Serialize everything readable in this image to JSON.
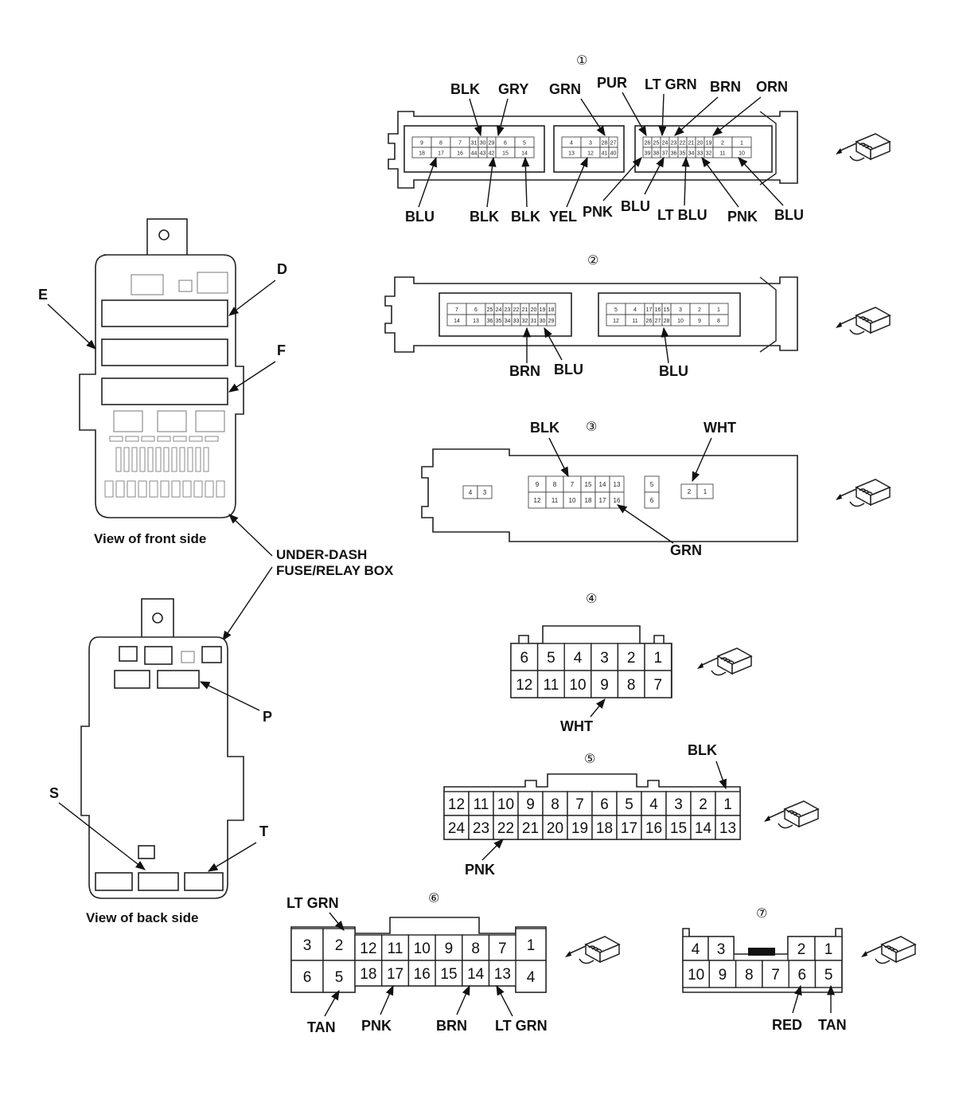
{
  "connector_numbers": [
    "①",
    "②",
    "③",
    "④",
    "⑤",
    "⑥",
    "⑦"
  ],
  "fuse_box": {
    "front_caption": "View of front side",
    "back_caption": "View of back side",
    "name_line1": "UNDER-DASH",
    "name_line2": "FUSE/RELAY BOX",
    "front_labels": [
      "D",
      "E",
      "F"
    ],
    "back_labels": [
      "P",
      "S",
      "T"
    ]
  },
  "connector1": {
    "top_wires": [
      "BLK",
      "GRY",
      "GRN",
      "PUR",
      "LT GRN",
      "BRN",
      "ORN"
    ],
    "bottom_wires": [
      "BLU",
      "BLK",
      "BLK",
      "YEL",
      "PNK",
      "BLU",
      "LT BLU",
      "PNK",
      "BLU"
    ],
    "row1": [
      "9",
      "8",
      "7",
      "31",
      "30",
      "29",
      "6",
      "5",
      "4",
      "3",
      "28",
      "27",
      "26",
      "25",
      "24",
      "23",
      "22",
      "21",
      "20",
      "19",
      "2",
      "1"
    ],
    "row2": [
      "18",
      "17",
      "16",
      "44",
      "43",
      "42",
      "15",
      "14",
      "13",
      "12",
      "41",
      "40",
      "39",
      "38",
      "37",
      "36",
      "35",
      "34",
      "33",
      "32",
      "11",
      "10"
    ]
  },
  "connector2": {
    "bottom_wires": [
      "BRN",
      "BLU",
      "BLU"
    ],
    "row1": [
      "7",
      "6",
      "25",
      "24",
      "23",
      "22",
      "21",
      "20",
      "19",
      "18",
      "5",
      "4",
      "17",
      "16",
      "15",
      "3",
      "2",
      "1"
    ],
    "row2": [
      "14",
      "13",
      "36",
      "35",
      "34",
      "33",
      "32",
      "31",
      "30",
      "29",
      "12",
      "11",
      "26",
      "27",
      "28",
      "10",
      "9",
      "8"
    ]
  },
  "connector3": {
    "top_wires": [
      "BLK",
      "WHT"
    ],
    "bottom_wires": [
      "GRN"
    ],
    "pins_a": [
      "4",
      "3"
    ],
    "row1": [
      "9",
      "8",
      "7",
      "15",
      "14",
      "13"
    ],
    "row2": [
      "12",
      "11",
      "10",
      "18",
      "17",
      "16"
    ],
    "pins_c": [
      "5",
      "6"
    ],
    "pins_d": [
      "2",
      "1"
    ]
  },
  "connector4": {
    "bottom_wires": [
      "WHT"
    ],
    "row1": [
      "6",
      "5",
      "4",
      "3",
      "2",
      "1"
    ],
    "row2": [
      "12",
      "11",
      "10",
      "9",
      "8",
      "7"
    ]
  },
  "connector5": {
    "top_wires": [
      "BLK"
    ],
    "bottom_wires": [
      "PNK"
    ],
    "row1": [
      "12",
      "11",
      "10",
      "9",
      "8",
      "7",
      "6",
      "5",
      "4",
      "3",
      "2",
      "1"
    ],
    "row2": [
      "24",
      "23",
      "22",
      "21",
      "20",
      "19",
      "18",
      "17",
      "16",
      "15",
      "14",
      "13"
    ]
  },
  "connector6": {
    "top_wires": [
      "LT GRN"
    ],
    "bottom_wires": [
      "TAN",
      "PNK",
      "BRN",
      "LT GRN"
    ],
    "left_row1": [
      "3",
      "2"
    ],
    "left_row2": [
      "6",
      "5"
    ],
    "mid_row1": [
      "12",
      "11",
      "10",
      "9",
      "8",
      "7"
    ],
    "mid_row2": [
      "18",
      "17",
      "16",
      "15",
      "14",
      "13"
    ],
    "right_row1": [
      "1"
    ],
    "right_row2": [
      "4"
    ]
  },
  "connector7": {
    "bottom_wires": [
      "RED",
      "TAN"
    ],
    "left_row1": [
      "4",
      "3"
    ],
    "row2": [
      "10",
      "9",
      "8",
      "7",
      "6",
      "5"
    ],
    "right_row1": [
      "2",
      "1"
    ]
  }
}
